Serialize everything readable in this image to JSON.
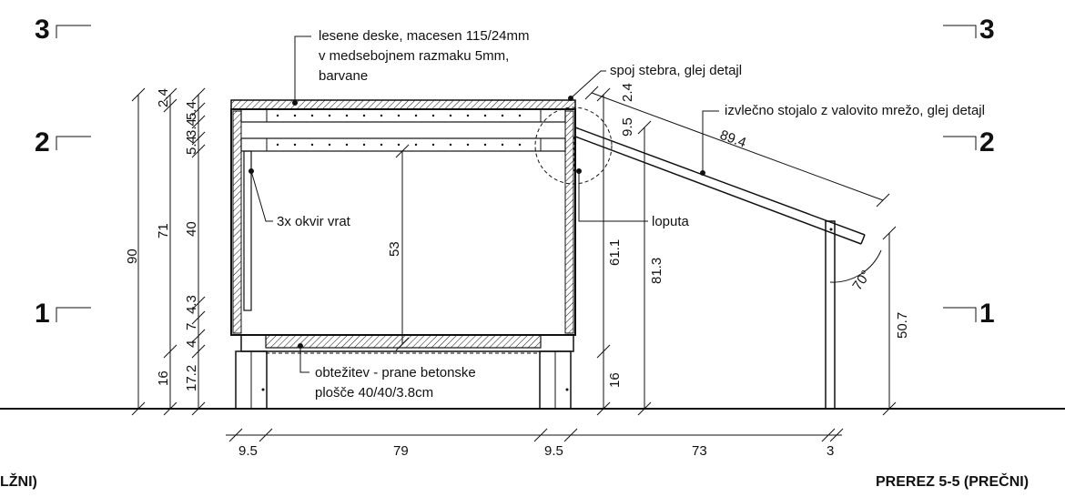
{
  "captions": {
    "left": "LŽNI)",
    "right": "PREREZ 5-5 (PREČNI)"
  },
  "section_marks": {
    "left": [
      "3",
      "2",
      "1"
    ],
    "right": [
      "3",
      "2",
      "1"
    ]
  },
  "annotations": {
    "boards": [
      "lesene deske, macesen 115/24mm",
      "v medsebojnem razmaku 5mm,",
      "barvane"
    ],
    "post_joint": "spoj stebra, glej detajl",
    "stand": "izvlečno stojalo z valovito mrežo, glej detajl",
    "door_frame": "3x okvir vrat",
    "flap": "loputa",
    "weight": [
      "obtežitev - prane betonske",
      "plošče 40/40/3.8cm"
    ]
  },
  "dimensions": {
    "left_outer": "90",
    "left_a": [
      "2.4",
      "71",
      "16"
    ],
    "left_b": [
      "5.4",
      "3.4",
      "5.4",
      "40",
      "4.3",
      "7",
      "4",
      "17.2"
    ],
    "inner_height": "53",
    "right_61": "61.1",
    "right_81": "81.3",
    "right_16": "16",
    "right_95": "9.5",
    "right_24": "2.4",
    "slope_len": "89.4",
    "leg_height": "50.7",
    "angle": "70°",
    "bottom": [
      "9.5",
      "79",
      "9.5",
      "73",
      "3"
    ]
  },
  "colors": {
    "line": "#111111",
    "hatch": "#111111",
    "background": "#ffffff"
  }
}
